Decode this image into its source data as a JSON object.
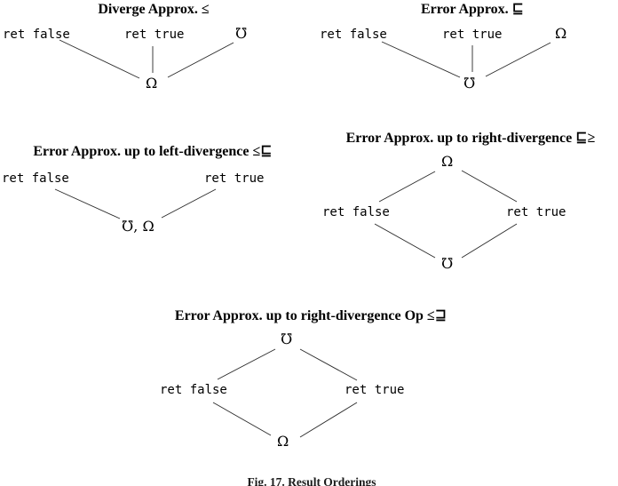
{
  "figure": {
    "caption": "Fig. 17. Result Orderings"
  },
  "diagrams": [
    {
      "title": "Diverge Approx. ≤",
      "nodes": {
        "left": "ret false",
        "middle": "ret true",
        "right": "℧",
        "bottom": "Ω"
      }
    },
    {
      "title": "Error Approx. ⊑",
      "nodes": {
        "left": "ret false",
        "middle": "ret true",
        "right": "Ω",
        "bottom": "℧"
      }
    },
    {
      "title": "Error Approx. up to left-divergence ≤⊑",
      "nodes": {
        "left": "ret false",
        "right": "ret true",
        "bottom": "℧, Ω"
      }
    },
    {
      "title": "Error Approx. up to right-divergence ⊑≥",
      "nodes": {
        "top": "Ω",
        "left": "ret false",
        "right": "ret true",
        "bottom": "℧"
      }
    },
    {
      "title": "Error Approx. up to right-divergence Op ≤⊒",
      "nodes": {
        "top": "℧",
        "left": "ret false",
        "right": "ret true",
        "bottom": "Ω"
      }
    }
  ]
}
